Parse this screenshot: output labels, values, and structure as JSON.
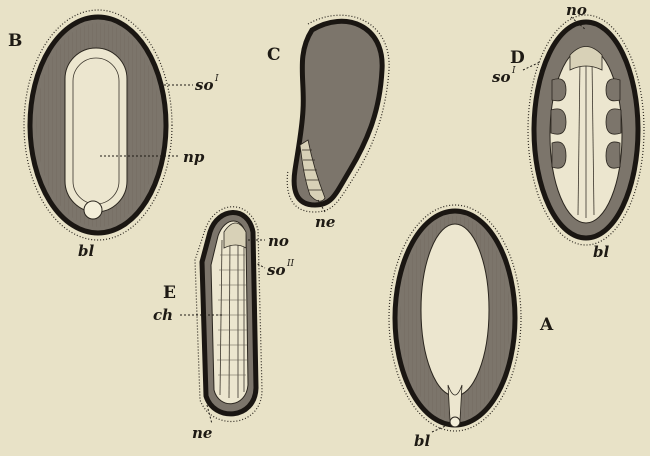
{
  "figure": {
    "panels": {
      "A": {
        "letter": "A",
        "labels": {
          "bl": "bl"
        }
      },
      "B": {
        "letter": "B",
        "labels": {
          "so": "so",
          "so_sup": "I",
          "np": "np",
          "bl": "bl"
        }
      },
      "C": {
        "letter": "C",
        "labels": {
          "ne": "ne"
        }
      },
      "D": {
        "letter": "D",
        "labels": {
          "no": "no",
          "so": "so",
          "so_sup": "I",
          "bl": "bl"
        }
      },
      "E": {
        "letter": "E",
        "labels": {
          "no": "no",
          "so": "so",
          "so_sup": "II",
          "ch": "ch",
          "ne": "ne"
        }
      }
    }
  }
}
